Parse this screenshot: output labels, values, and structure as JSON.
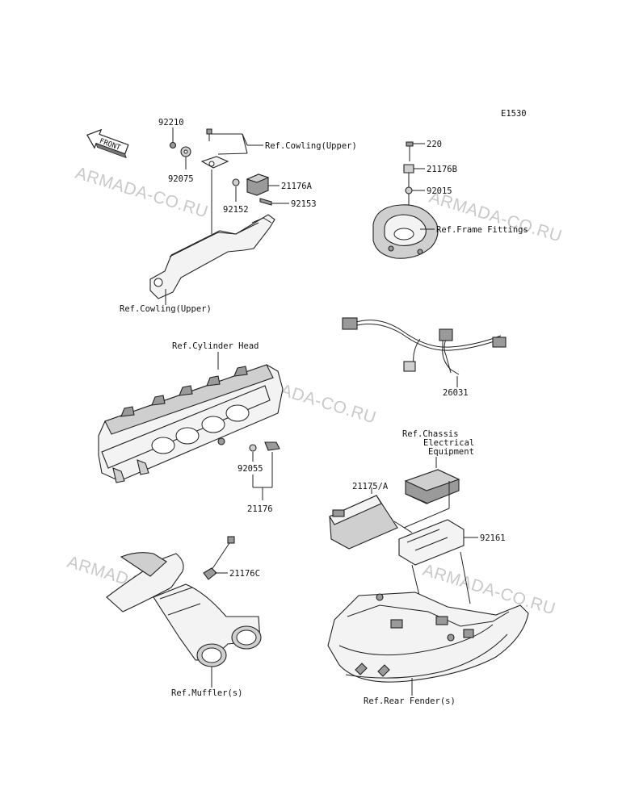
{
  "diagram": {
    "code": "E1530",
    "front_label": "FRONT",
    "watermarks": [
      "ARMADA-CO.RU",
      "ARMADA-CO.RU",
      "ARMADA-CO.RU",
      "ARMADA-CO.RU",
      "ARMADA-CO.RU"
    ],
    "labels": {
      "p92210": "92210",
      "p92075": "92075",
      "ref_cowling_upper_1": "Ref.Cowling(Upper)",
      "p21176A": "21176A",
      "p92152": "92152",
      "p92153": "92153",
      "ref_cowling_upper_2": "Ref.Cowling(Upper)",
      "p220": "220",
      "p21176B": "21176B",
      "p92015": "92015",
      "ref_frame_fittings": "Ref.Frame Fittings",
      "p26031": "26031",
      "ref_cylinder_head": "Ref.Cylinder Head",
      "p92055": "92055",
      "p21176": "21176",
      "ref_chassis_1": "Ref.Chassis",
      "ref_chassis_2": "Electrical",
      "ref_chassis_3": "Equipment",
      "p21175A": "21175/A",
      "p92161": "92161",
      "p21176C": "21176C",
      "ref_muffler": "Ref.Muffler(s)",
      "ref_rear_fender": "Ref.Rear Fender(s)"
    }
  }
}
